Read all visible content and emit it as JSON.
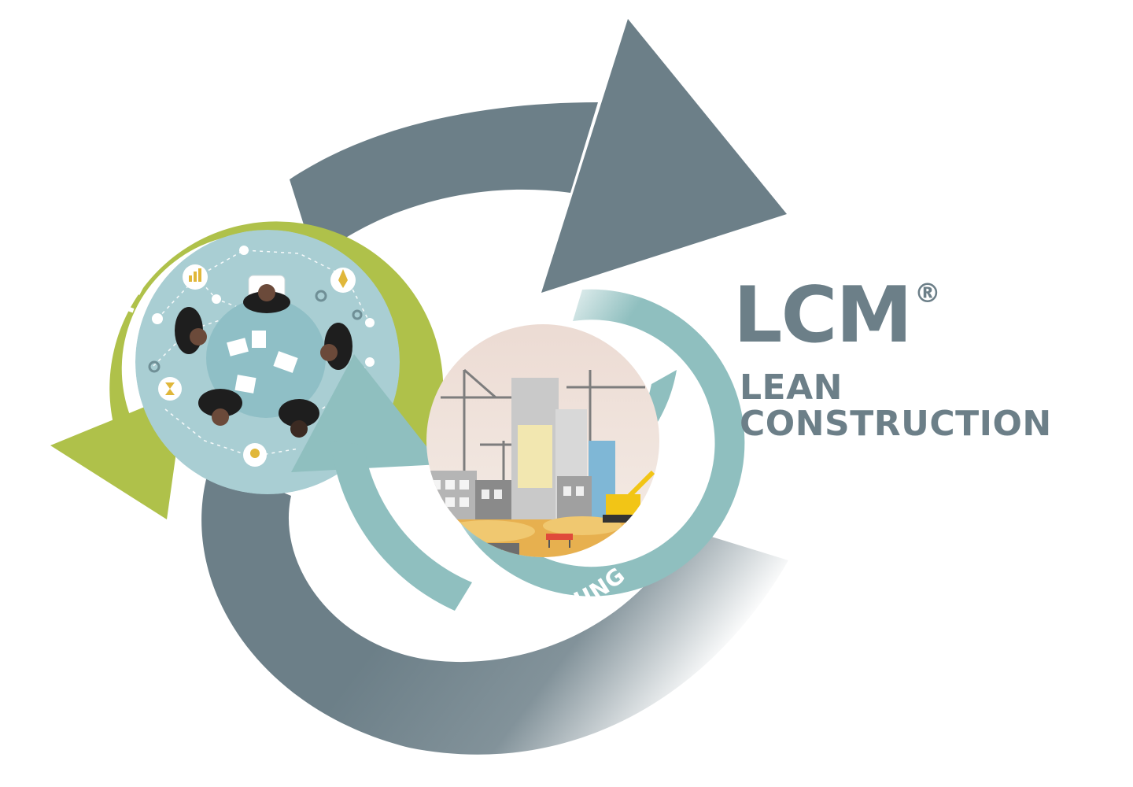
{
  "brand": {
    "name": "LCM",
    "registered_mark": "®",
    "line1": "LEAN",
    "line2": "CONSTRUCTION"
  },
  "cycle": {
    "planning_label": "PLANUNG",
    "execution_label": "AUSFÜHRUNG"
  },
  "colors": {
    "outer_arrow": "#6c7f88",
    "planning_arrow": "#afc14a",
    "planning_disc": "#a9ced3",
    "execution_ring": "#8fbfbf",
    "brand_text": "#6c7f88"
  },
  "icons": [
    "chart-icon",
    "rocket-icon",
    "gear-icon",
    "hourglass-icon",
    "lightbulb-icon",
    "crane-icon",
    "excavator-icon",
    "traffic-cone-icon",
    "barrier-icon"
  ]
}
